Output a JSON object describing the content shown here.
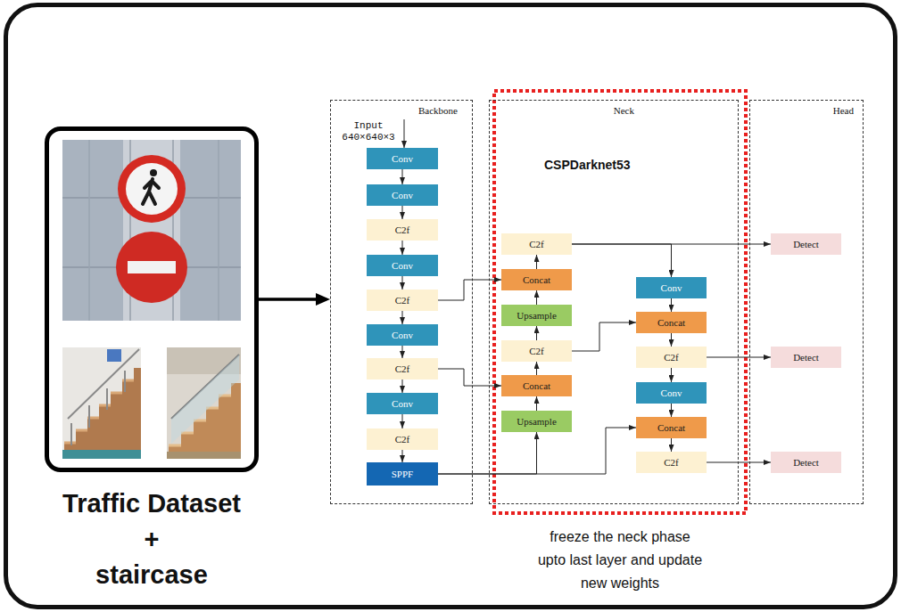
{
  "diagram": {
    "nodes": [
      {
        "text": [
          "Traffic Dataset",
          "+",
          "staircase"
        ]
      },
      {
        "text": [
          "Backbone"
        ]
      },
      {
        "text": [
          "Conv"
        ],
        "in": 1
      },
      {
        "text": [
          "Conv"
        ],
        "in": 1
      },
      {
        "text": [
          "C2f"
        ],
        "in": 1
      },
      {
        "text": [
          "Conv"
        ],
        "in": 1
      },
      {
        "text": [
          "C2f"
        ],
        "in": 1
      },
      {
        "text": [
          "Conv"
        ],
        "in": 1
      },
      {
        "text": [
          "C2f"
        ],
        "in": 1
      },
      {
        "text": [
          "Conv"
        ],
        "in": 1
      },
      {
        "text": [
          "C2f"
        ],
        "in": 1
      },
      {
        "text": [
          "SPPF"
        ],
        "in": 1
      },
      {
        "text": [
          "Neck",
          "CSPDarknet53"
        ]
      },
      {
        "text": [
          "C2f"
        ],
        "in": 12
      },
      {
        "text": [
          "Concat"
        ],
        "in": 12
      },
      {
        "text": [
          "Upsample"
        ],
        "in": 12
      },
      {
        "text": [
          "C2f"
        ],
        "in": 12
      },
      {
        "text": [
          "Concat"
        ],
        "in": 12
      },
      {
        "text": [
          "Upsample"
        ],
        "in": 12
      },
      {
        "text": [
          "Conv"
        ],
        "in": 12
      },
      {
        "text": [
          "Concat"
        ],
        "in": 12
      },
      {
        "text": [
          "C2f"
        ],
        "in": 12
      },
      {
        "text": [
          "Conv"
        ],
        "in": 12
      },
      {
        "text": [
          "Concat"
        ],
        "in": 12
      },
      {
        "text": [
          "C2f"
        ],
        "in": 12
      },
      {
        "text": [
          "Head"
        ]
      },
      {
        "text": [
          "Detect"
        ],
        "in": 25
      },
      {
        "text": [
          "Detect"
        ],
        "in": 25
      },
      {
        "text": [
          "Detect"
        ],
        "in": 25
      }
    ],
    "edges": [
      {
        "from": 0,
        "to": 1,
        "arrow": "to"
      },
      {
        "from": 2,
        "to": 3,
        "arrow": "to"
      },
      {
        "from": 3,
        "to": 4,
        "arrow": "to"
      },
      {
        "from": 4,
        "to": 5,
        "arrow": "to"
      },
      {
        "from": 5,
        "to": 6,
        "arrow": "to"
      },
      {
        "from": 6,
        "to": 7,
        "arrow": "to"
      },
      {
        "from": 7,
        "to": 8,
        "arrow": "to"
      },
      {
        "from": 8,
        "to": 9,
        "arrow": "to"
      },
      {
        "from": 9,
        "to": 10,
        "arrow": "to"
      },
      {
        "from": 10,
        "to": 11,
        "arrow": "to"
      },
      {
        "from": 6,
        "to": 14,
        "arrow": "to"
      },
      {
        "from": 8,
        "to": 17,
        "arrow": "to"
      },
      {
        "from": 11,
        "to": 18,
        "arrow": "to"
      },
      {
        "from": 11,
        "to": 23,
        "arrow": "to"
      },
      {
        "from": 18,
        "to": 17,
        "arrow": "to"
      },
      {
        "from": 17,
        "to": 16,
        "arrow": "to"
      },
      {
        "from": 16,
        "to": 15,
        "arrow": "to"
      },
      {
        "from": 16,
        "to": 20,
        "arrow": "to"
      },
      {
        "from": 15,
        "to": 14,
        "arrow": "to"
      },
      {
        "from": 14,
        "to": 13,
        "arrow": "to"
      },
      {
        "from": 13,
        "to": 26,
        "arrow": "to"
      },
      {
        "from": 13,
        "to": 19,
        "arrow": "to"
      },
      {
        "from": 19,
        "to": 20,
        "arrow": "to"
      },
      {
        "from": 20,
        "to": 21,
        "arrow": "to"
      },
      {
        "from": 21,
        "to": 27,
        "arrow": "to"
      },
      {
        "from": 21,
        "to": 22,
        "arrow": "to"
      },
      {
        "from": 22,
        "to": 23,
        "arrow": "to"
      },
      {
        "from": 23,
        "to": 24,
        "arrow": "to"
      },
      {
        "from": 24,
        "to": 28,
        "arrow": "to"
      }
    ],
    "labels": [
      "Input 640×640×3",
      "freeze the neck phase upto last layer and update new weights"
    ]
  }
}
